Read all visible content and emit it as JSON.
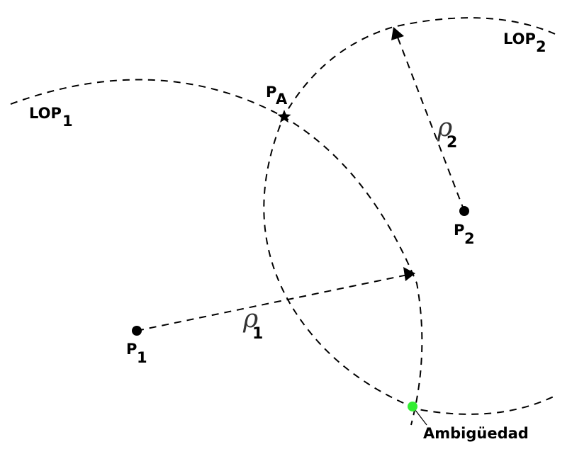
{
  "labels": {
    "lop1": {
      "main": "LOP",
      "sub": "1"
    },
    "lop2": {
      "main": "LOP",
      "sub": "2"
    },
    "pa": {
      "main": "P",
      "sub": "A"
    },
    "p1": {
      "main": "P",
      "sub": "1"
    },
    "p2": {
      "main": "P",
      "sub": "2"
    },
    "rho1": {
      "main": "ρ",
      "sub": "1"
    },
    "rho2": {
      "main": "ρ",
      "sub": "2"
    },
    "ambiguity": "Ambigüedad"
  },
  "colors": {
    "line": "#000000",
    "ambiguity_point": "#33ee33",
    "rho": "#333333"
  },
  "icons": {
    "pa_marker": "star-icon",
    "p1_marker": "dot-icon",
    "p2_marker": "dot-icon",
    "ambiguity_marker": "dot-icon"
  }
}
